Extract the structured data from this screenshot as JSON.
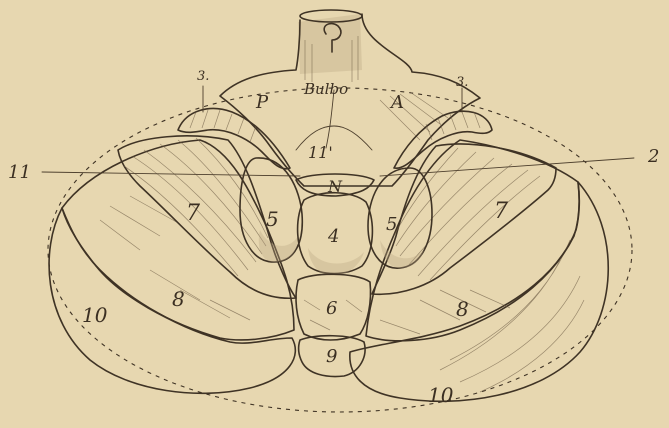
{
  "labels": {
    "bulbo": "Bulbo",
    "p": "P",
    "a": "A",
    "n": "N",
    "l4": "4",
    "l5_left": "5",
    "l5_right": "5",
    "l6": "6",
    "l7_left": "7",
    "l7_right": "7",
    "l8_left": "8",
    "l8_right": "8",
    "l9": "9",
    "l10_left": "10",
    "l10_right": "10",
    "l11": "11",
    "l11p": "11'",
    "l2": "2",
    "l3_left": "3.",
    "l3_right": "3."
  },
  "colors": {
    "paper": "#e7d7b0",
    "ink": "#3f3325"
  }
}
